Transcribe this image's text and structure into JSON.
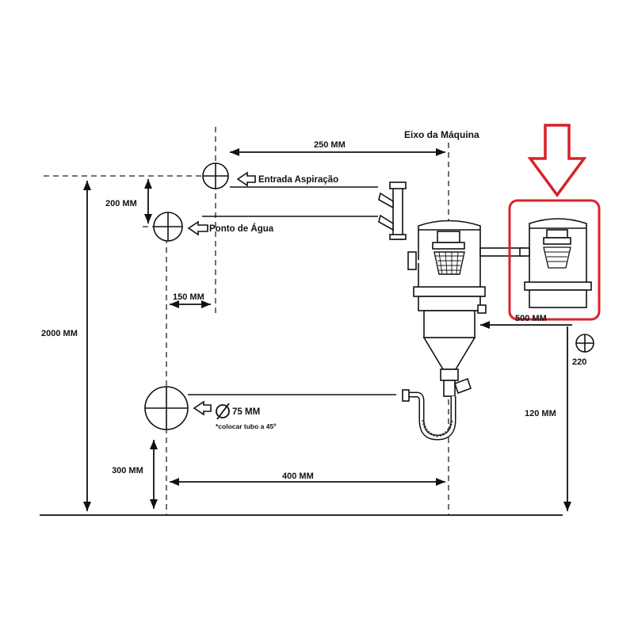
{
  "dimensions": {
    "d250": "250 MM",
    "d200": "200 MM",
    "d150": "150 MM",
    "d2000": "2000 MM",
    "d300": "300 MM",
    "d400": "400 MM",
    "d500": "500 MM",
    "d120": "120 MM"
  },
  "labels": {
    "machine_axis": "Eixo da Máquina",
    "suction_inlet": "Entrada Aspiração",
    "water_point": "Ponto de Água",
    "diameter": "75 MM",
    "pipe_note": "*colocar tubo a 45º",
    "voltage": "220"
  },
  "colors": {
    "highlight": "#d6232a",
    "ink": "#111111"
  },
  "icons": {
    "highlight_arrow": "arrow-down-icon",
    "diameter_symbol": "diameter-icon",
    "outlet": "electrical-outlet-icon"
  }
}
